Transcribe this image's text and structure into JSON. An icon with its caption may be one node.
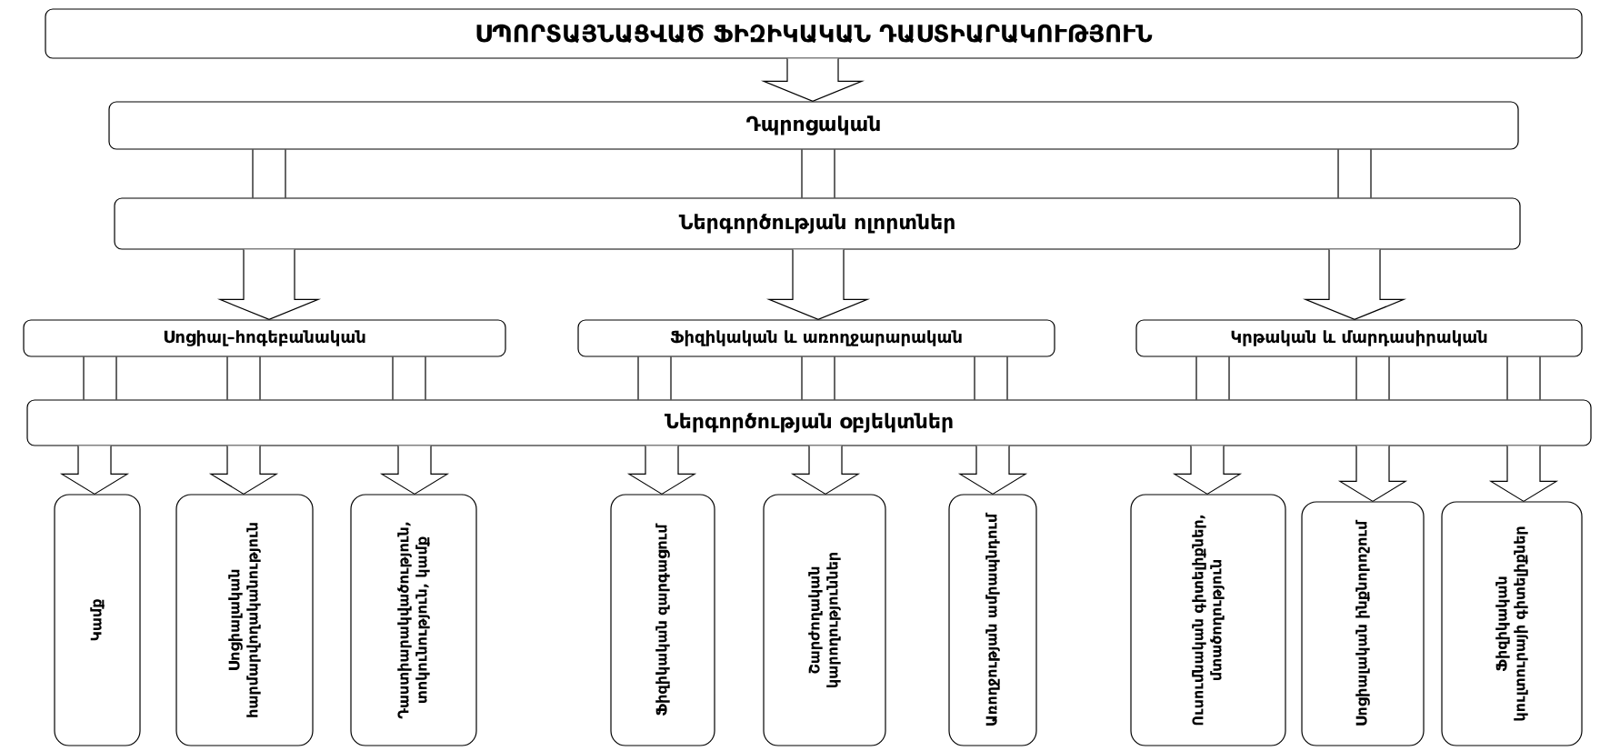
{
  "diagram": {
    "nodes": [
      {
        "text": [
          "ՍՊՈՐՏԱՅՆԱՑՎԱԾ ՖԻԶԻԿԱԿԱՆ ԴԱՍՏԻԱՐԱԿՈՒԹՅՈՒՆ"
        ]
      },
      {
        "text": [
          "Դպրոցական"
        ]
      },
      {
        "text": [
          "Ներգործության ոլորտներ"
        ]
      },
      {
        "text": [
          "Սոցիալ–հոգեբանական"
        ]
      },
      {
        "text": [
          "Ֆիզիկական և առողջարարական"
        ]
      },
      {
        "text": [
          "Կրթական և մարդասիրական"
        ]
      },
      {
        "text": [
          "Ներգործության օբյեկտներ"
        ]
      },
      {
        "text": [
          "Կամք"
        ]
      },
      {
        "text": [
          "Սոցիալական հարմարվողականություն"
        ]
      },
      {
        "text": [
          "Դաստիարակվածություն, տոկունություն, կամք"
        ]
      },
      {
        "text": [
          "Ֆիզիկական զարգացում"
        ]
      },
      {
        "text": [
          "Շարժողական կարողություններ"
        ]
      },
      {
        "text": [
          "Առողջության ամրապնդում"
        ]
      },
      {
        "text": [
          "Ուսումնական գիտելիքներ, մտածողություն"
        ]
      },
      {
        "text": [
          "Սոցիալական ինքնորոշում"
        ]
      },
      {
        "text": [
          "Ֆիզիկական կուլտուրայի գիտելիքներ"
        ]
      }
    ],
    "edges": [
      {
        "from": 0,
        "to": 1,
        "arrow": "to"
      },
      {
        "from": 1,
        "to": 2,
        "arrow": "none"
      },
      {
        "from": 1,
        "to": 2,
        "arrow": "none"
      },
      {
        "from": 1,
        "to": 2,
        "arrow": "none"
      },
      {
        "from": 2,
        "to": 3,
        "arrow": "to"
      },
      {
        "from": 2,
        "to": 4,
        "arrow": "to"
      },
      {
        "from": 2,
        "to": 5,
        "arrow": "to"
      },
      {
        "from": 3,
        "to": 6,
        "arrow": "none"
      },
      {
        "from": 3,
        "to": 6,
        "arrow": "none"
      },
      {
        "from": 3,
        "to": 6,
        "arrow": "none"
      },
      {
        "from": 4,
        "to": 6,
        "arrow": "none"
      },
      {
        "from": 4,
        "to": 6,
        "arrow": "none"
      },
      {
        "from": 4,
        "to": 6,
        "arrow": "none"
      },
      {
        "from": 5,
        "to": 6,
        "arrow": "none"
      },
      {
        "from": 5,
        "to": 6,
        "arrow": "none"
      },
      {
        "from": 5,
        "to": 6,
        "arrow": "none"
      },
      {
        "from": 6,
        "to": 7,
        "arrow": "to"
      },
      {
        "from": 6,
        "to": 8,
        "arrow": "to"
      },
      {
        "from": 6,
        "to": 9,
        "arrow": "to"
      },
      {
        "from": 6,
        "to": 10,
        "arrow": "to"
      },
      {
        "from": 6,
        "to": 11,
        "arrow": "to"
      },
      {
        "from": 6,
        "to": 12,
        "arrow": "to"
      },
      {
        "from": 6,
        "to": 13,
        "arrow": "to"
      },
      {
        "from": 6,
        "to": 14,
        "arrow": "to"
      },
      {
        "from": 6,
        "to": 15,
        "arrow": "to"
      }
    ]
  }
}
